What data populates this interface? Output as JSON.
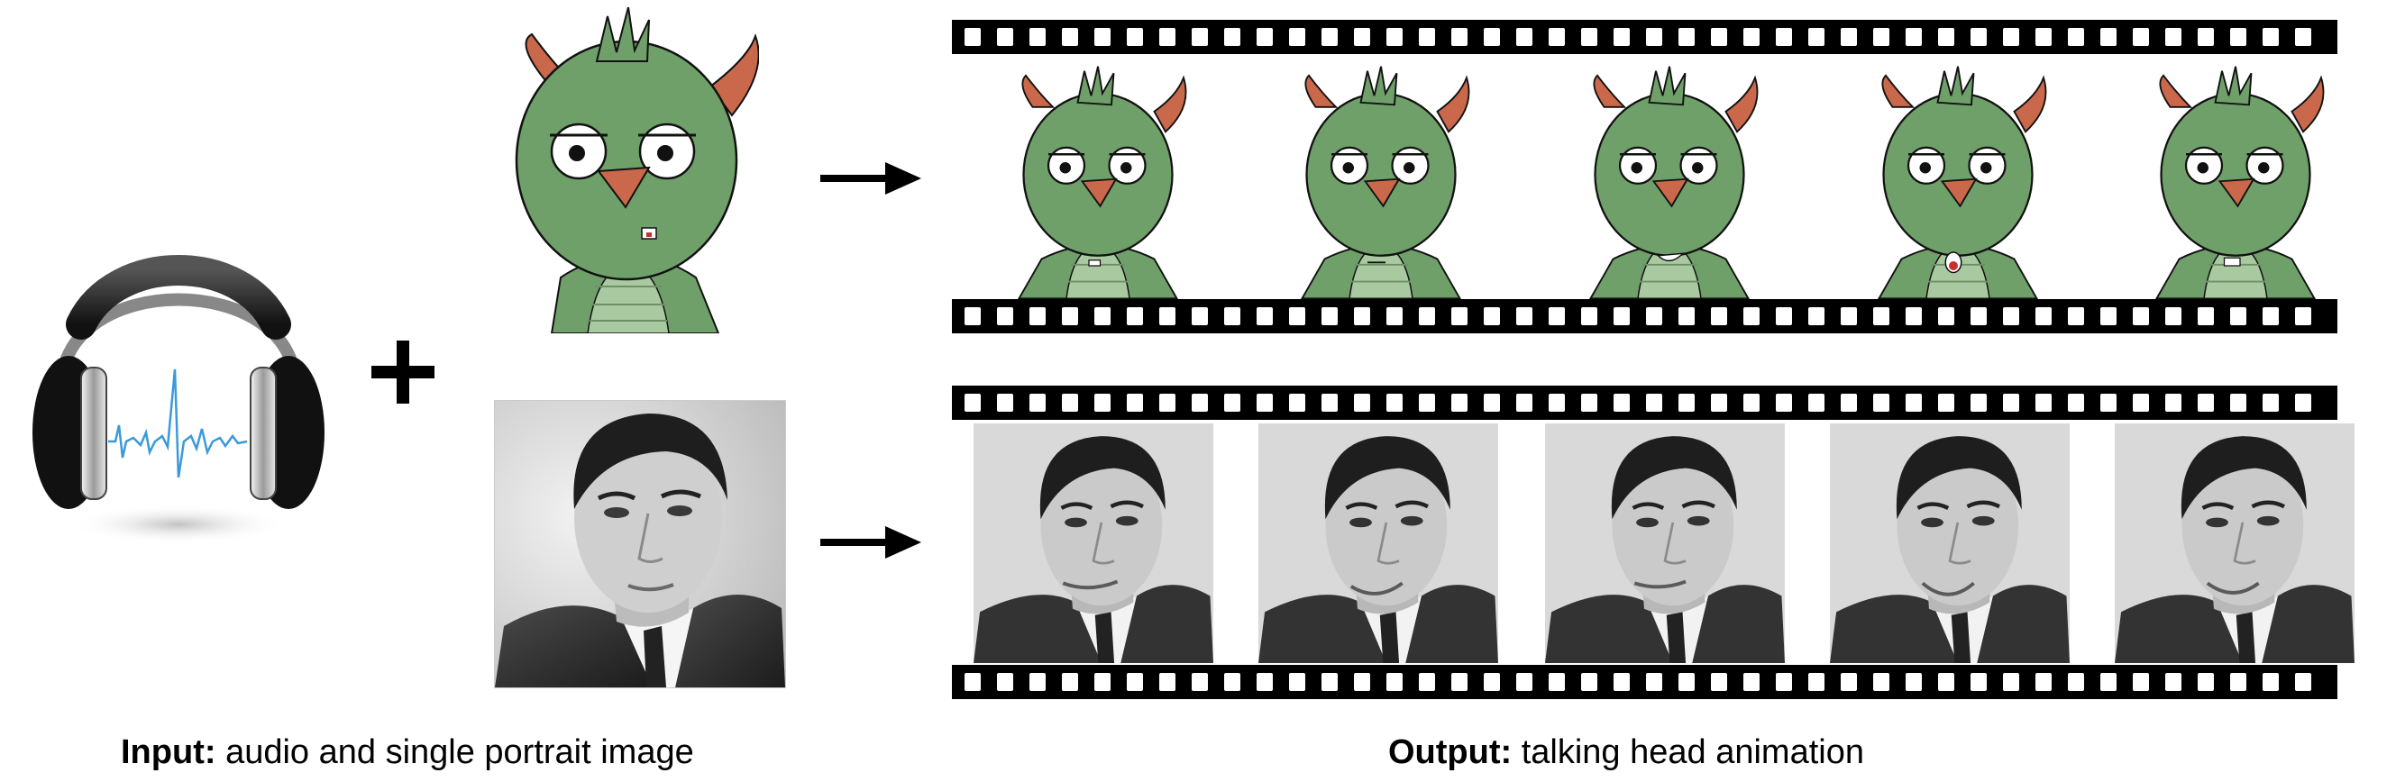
{
  "input_caption": {
    "bold": "Input:",
    "rest": " audio and single portrait image"
  },
  "output_caption": {
    "bold": "Output:",
    "rest": " talking head animation"
  },
  "icons": {
    "audio": "headphones-with-waveform-icon",
    "plus": "plus-icon",
    "arrow": "right-arrow-icon"
  },
  "colors": {
    "monster_green": "#6fa06a",
    "monster_belly": "#a9c9a0",
    "horn_orange": "#c9684a",
    "waveform_blue": "#3a9ad9"
  },
  "rows": [
    {
      "name": "cartoon",
      "frames": 5
    },
    {
      "name": "photo",
      "frames": 5
    }
  ]
}
